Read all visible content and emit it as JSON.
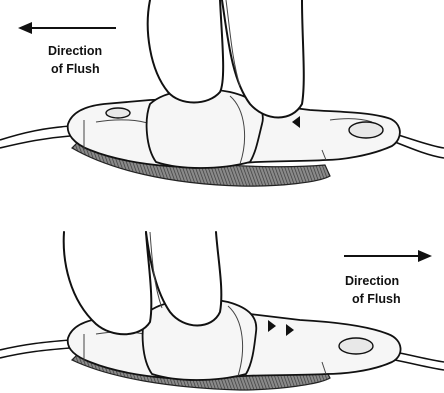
{
  "top_panel": {
    "label_line1": "Direction",
    "label_line2": "of Flush"
  },
  "bottom_panel": {
    "label_line1": "Direction",
    "label_line2": "of Flush"
  }
}
